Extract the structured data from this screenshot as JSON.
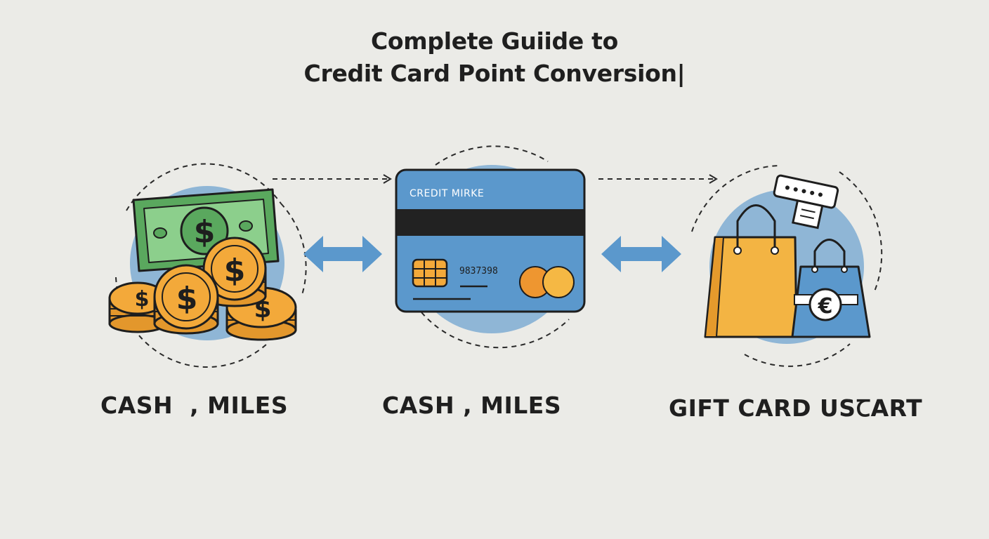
{
  "title": {
    "line1": "Complete Guiide to",
    "line2": "Credit Card Point Conversion|"
  },
  "card": {
    "label": "CREDIT MIRKE",
    "number": "9837398"
  },
  "captions": {
    "left": "CASH  , MILES",
    "center": "CASH , MILES",
    "right": "GIFT CARD USꞆART"
  },
  "colors": {
    "background": "#ebebe7",
    "blue_circle": "#8fb6d6",
    "card_blue": "#5b98cc",
    "cash_green": "#5aa85e",
    "coin_gold": "#f3a93a",
    "bag_yellow": "#f3b443",
    "arrow_blue": "#5b98cc"
  },
  "icons": [
    "banknote-icon",
    "coin-stack-icon",
    "credit-card-icon",
    "chip-icon",
    "shopping-bag-icon",
    "euro-icon",
    "gift-card-icon",
    "double-arrow-icon"
  ]
}
